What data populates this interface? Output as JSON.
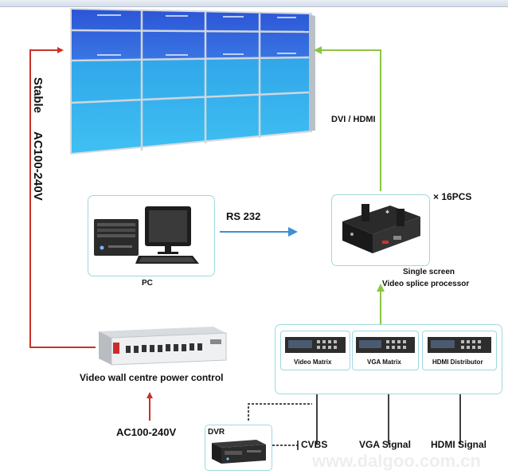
{
  "labels": {
    "stable": "Stable",
    "ac_vertical": "AC100-240V",
    "dvi_hdmi": "DVI / HDMI",
    "rs232": "RS 232",
    "qty": "× 16PCS",
    "pc": "PC",
    "processor_line1": "Single screen",
    "processor_line2": "Video splice processor",
    "power_control": "Video wall centre power control",
    "ac_bottom": "AC100-240V",
    "dvr": "DVR",
    "cvbs": "CVBS",
    "vga_signal": "VGA Signal",
    "hdmi_signal": "HDMI Signal"
  },
  "devices": [
    {
      "caption": "Video Matrix"
    },
    {
      "caption": "VGA Matrix"
    },
    {
      "caption": "HDMI Distributor"
    }
  ],
  "colors": {
    "red_line": "#c8322a",
    "green_line": "#8cc63f",
    "blue_line": "#3d8fd6",
    "box_border": "#9fd8e0",
    "screen_dark": "#2f63d8",
    "screen_light": "#38b2ec"
  },
  "watermark": "www.dalgoo.com.cn"
}
